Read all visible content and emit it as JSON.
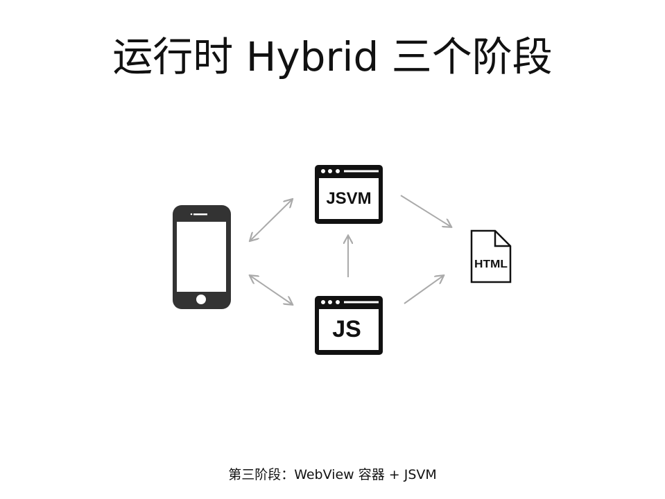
{
  "slide": {
    "title": "运行时 Hybrid 三个阶段",
    "caption": "第三阶段：WebView 容器 + JSVM"
  },
  "diagram": {
    "nodes": {
      "phone": "mobile-phone-icon",
      "jsvm": "JSVM",
      "js": "JS",
      "html": "HTML"
    },
    "edges": [
      {
        "from": "phone",
        "to": "jsvm",
        "type": "bidirectional"
      },
      {
        "from": "phone",
        "to": "js",
        "type": "bidirectional"
      },
      {
        "from": "js",
        "to": "jsvm",
        "type": "directed"
      },
      {
        "from": "jsvm",
        "to": "html",
        "type": "directed"
      },
      {
        "from": "js",
        "to": "html",
        "type": "directed"
      }
    ],
    "arrow_color": "#aaaaaa",
    "icon_color": "#111111"
  }
}
